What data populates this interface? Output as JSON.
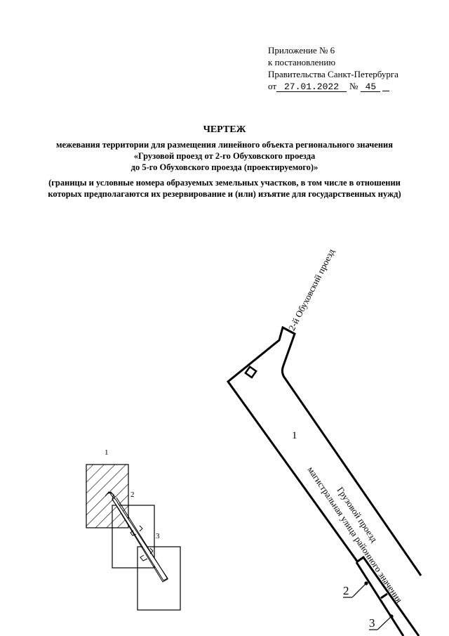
{
  "appendix": {
    "line1": "Приложение № 6",
    "line2": "к постановлению",
    "line3": "Правительства Санкт-Петербурга",
    "date_prefix": "от",
    "date": "27.01.2022",
    "number_prefix": "№",
    "number": "45"
  },
  "title_block": {
    "title": "ЧЕРТЕЖ",
    "subtitle_lines": [
      "межевания территории для размещения линейного объекта регионального значения",
      "«Грузовой проезд от 2-го Обуховского проезда",
      "до 5-го Обуховского проезда (проектируемого)»"
    ],
    "note_lines": [
      "(границы и условные номера образуемых земельных участков, в том числе в отношении",
      "которых предполагаются их резервирование и (или) изъятие для государственных нужд)"
    ]
  },
  "key_map": {
    "sheets": [
      {
        "label": "1",
        "hatched": true
      },
      {
        "label": "2",
        "hatched": false
      },
      {
        "label": "3",
        "hatched": false
      }
    ]
  },
  "drawing": {
    "street_top": "2-й Обуховский проезд",
    "road_name": "Грузовой проезд",
    "road_class": "магистральная улица районного значения",
    "parcels": [
      {
        "label": "1"
      },
      {
        "label": "2"
      },
      {
        "label": "3"
      }
    ],
    "line_color": "#000000"
  }
}
